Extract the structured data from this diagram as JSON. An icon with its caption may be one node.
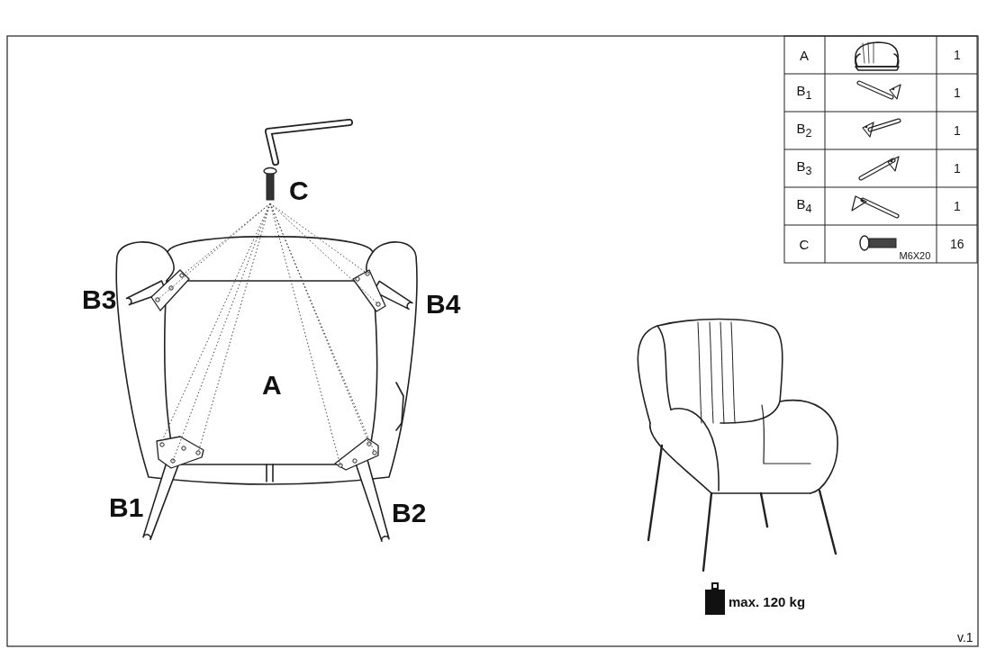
{
  "diagram": {
    "labels": [
      "A",
      "1",
      "B$_{1}$",
      "1",
      "B$_{2}$",
      "1",
      "B$_{3}$",
      "1",
      "B$_{4}$",
      "1",
      "C",
      "M6X20",
      "16",
      "C",
      "B3",
      "B4",
      "A",
      "B1",
      "B2",
      "max. 120 kg",
      "v.1"
    ]
  }
}
